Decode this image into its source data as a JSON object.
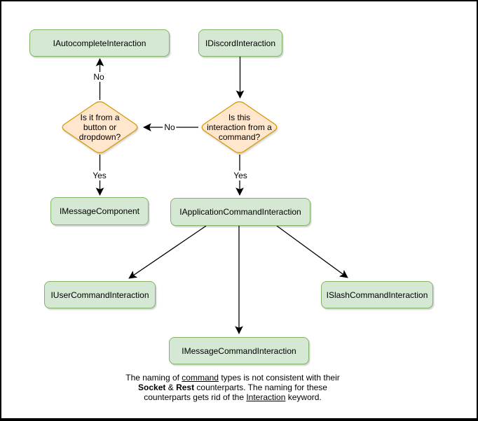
{
  "diagram": {
    "nodes": {
      "autocomplete": {
        "label": "IAutocompleteInteraction"
      },
      "discord": {
        "label": "IDiscordInteraction"
      },
      "message_component": {
        "label": "IMessageComponent"
      },
      "app_command": {
        "label": "IApplicationCommandInteraction"
      },
      "user_command": {
        "label": "IUserCommandInteraction"
      },
      "slash_command": {
        "label": "ISlashCommandInteraction"
      },
      "message_command": {
        "label": "IMessageCommandInteraction"
      }
    },
    "decisions": {
      "from_button": {
        "line1": "Is it from a",
        "line2": "button or",
        "line3": "dropdown?"
      },
      "from_command": {
        "line1": "Is this",
        "line2": "interaction from a",
        "line3": "command?"
      }
    },
    "edge_labels": {
      "no_to_autocomplete": "No",
      "no_to_button_question": "No",
      "yes_to_message_component": "Yes",
      "yes_to_app_command": "Yes"
    },
    "note": {
      "line1": {
        "a": "The naming of ",
        "b": "command",
        "c": " types is not consistent with their"
      },
      "line2": {
        "a": "Socket",
        "b": " & ",
        "c": "Rest",
        "d": " counterparts. The naming for these"
      },
      "line3": {
        "a": "counterparts gets rid of the ",
        "b": "Interaction",
        "c": " keyword."
      }
    },
    "colors": {
      "node_fill": "#d5e8d4",
      "node_stroke": "#82b366",
      "decision_fill": "#ffe6cc",
      "decision_stroke": "#d79b00",
      "edge": "#000000",
      "frame": "#000000",
      "background": "#ffffff"
    }
  }
}
